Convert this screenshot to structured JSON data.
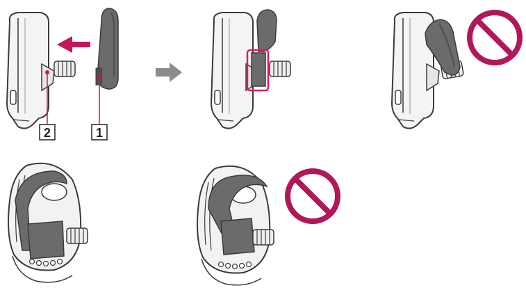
{
  "figure": {
    "callouts": [
      {
        "number": "2"
      },
      {
        "number": "1"
      }
    ],
    "colors": {
      "outline": "#3a3a3a",
      "device_fill": "#f4f4f4",
      "device_shade": "#d9d9d9",
      "arm_fill": "#6b6b6b",
      "arm_shade": "#4e4e4e",
      "accent": "#c2185b",
      "accent_highlight": "#d81b60",
      "arrow_gray": "#8c8c8c",
      "prohibit": "#b0185a"
    },
    "icons": [
      "move-left-arrow-icon",
      "next-step-arrow-icon",
      "prohibited-icon",
      "prohibited-icon"
    ],
    "panels": [
      "step1-attach-arm",
      "step2-arm-attached",
      "incorrect-arm-angle",
      "correct-ear-fitting",
      "incorrect-ear-fitting"
    ]
  }
}
